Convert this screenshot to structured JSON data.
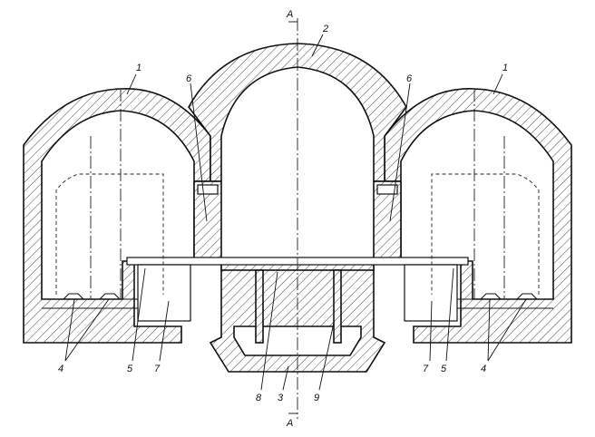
{
  "section_marks": {
    "top": "A",
    "bottom": "A"
  },
  "callouts": [
    {
      "id": "c1-left",
      "text": "1"
    },
    {
      "id": "c2",
      "text": "2"
    },
    {
      "id": "c1-right",
      "text": "1"
    },
    {
      "id": "c6-left",
      "text": "6"
    },
    {
      "id": "c6-right",
      "text": "6"
    },
    {
      "id": "c4-left",
      "text": "4"
    },
    {
      "id": "c5-left",
      "text": "5"
    },
    {
      "id": "c7-left",
      "text": "7"
    },
    {
      "id": "c8",
      "text": "8"
    },
    {
      "id": "c3",
      "text": "3"
    },
    {
      "id": "c9",
      "text": "9"
    },
    {
      "id": "c7-right",
      "text": "7"
    },
    {
      "id": "c5-right",
      "text": "5"
    },
    {
      "id": "c4-right",
      "text": "4"
    }
  ]
}
